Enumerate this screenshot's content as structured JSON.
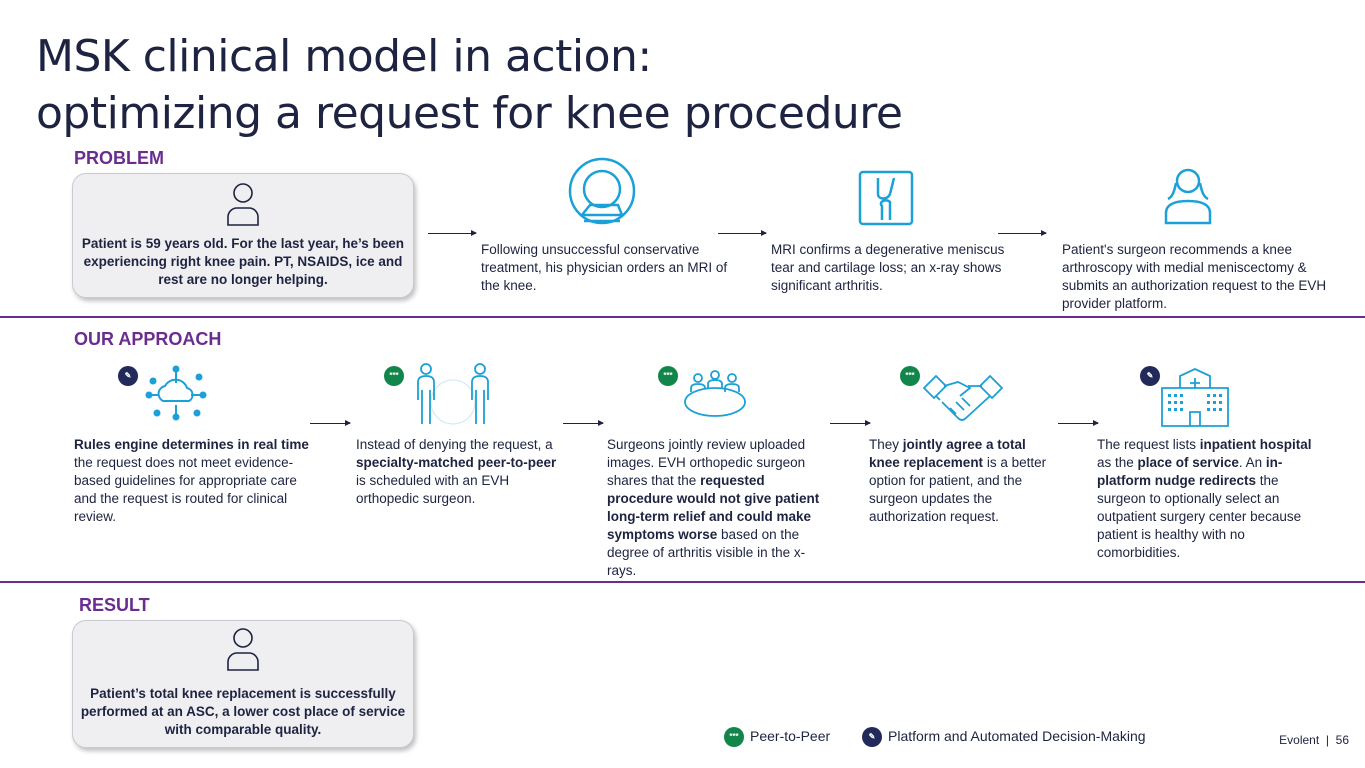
{
  "title": {
    "line1": "MSK clinical model in action:",
    "line2": "optimizing a request for knee procedure"
  },
  "sections": {
    "problem": "PROBLEM",
    "approach": "OUR APPROACH",
    "result": "RESULT"
  },
  "problem": {
    "box_text": "Patient is 59 years old. For the last year, he’s been experiencing right knee pain. PT, NSAIDS, ice and rest are no longer helping.",
    "steps": [
      {
        "icon": "mri-scanner-icon",
        "text": "Following unsuccessful conservative treatment, his physician orders an MRI of the knee."
      },
      {
        "icon": "knee-xray-icon",
        "text": "MRI confirms a degenerative meniscus tear and cartilage loss; an x-ray shows significant arthritis."
      },
      {
        "icon": "surgeon-icon",
        "text": "Patient's surgeon recommends a knee arthroscopy with  medial meniscectomy & submits an authorization request to the EVH provider platform."
      }
    ]
  },
  "approach": [
    {
      "badge": "platform",
      "segments": [
        {
          "b": true,
          "t": "Rules engine determines in real time"
        },
        {
          "t": " the request does not meet evidence-based guidelines for appropriate care and the request  is routed for clinical review."
        }
      ]
    },
    {
      "badge": "p2p",
      "badge_text": "***",
      "segments": [
        {
          "t": "Instead of denying the request, a "
        },
        {
          "b": true,
          "t": "specialty-matched peer-to-peer"
        },
        {
          "t": " is scheduled with an EVH orthopedic surgeon."
        }
      ]
    },
    {
      "badge": "p2p",
      "badge_text": "***",
      "segments": [
        {
          "t": "Surgeons jointly review uploaded images. EVH orthopedic surgeon shares that the "
        },
        {
          "b": true,
          "t": "requested procedure would not give patient long-term relief and could make symptoms worse"
        },
        {
          "t": " based on the degree of arthritis visible in the x-rays."
        }
      ]
    },
    {
      "badge": "p2p",
      "badge_text": "***",
      "segments": [
        {
          "t": "They "
        },
        {
          "b": true,
          "t": "jointly agree a total knee replacement"
        },
        {
          "t": " is a better option for patient, and the surgeon updates the authorization request."
        }
      ]
    },
    {
      "badge": "platform",
      "segments": [
        {
          "t": "The request lists "
        },
        {
          "b": true,
          "t": "inpatient hospital"
        },
        {
          "t": " as the "
        },
        {
          "b": true,
          "t": "place of service"
        },
        {
          "t": ". An "
        },
        {
          "b": true,
          "t": "in-platform nudge redirects"
        },
        {
          "t": " the surgeon to optionally select an outpatient surgery center because patient is healthy with no comorbidities."
        }
      ]
    }
  ],
  "result": {
    "box_text": "Patient’s total knee replacement is successfully performed at an ASC, a lower cost place of service with comparable quality."
  },
  "legend": {
    "p2p_badge": "***",
    "p2p": "Peer-to-Peer",
    "platform": "Platform and Automated Decision-Making"
  },
  "footer": {
    "brand": "Evolent",
    "sep": "|",
    "page": "56"
  },
  "colors": {
    "purple": "#6b2c8f",
    "navy": "#1d2340",
    "icon_blue": "#1ba0d8",
    "green": "#12864a"
  }
}
